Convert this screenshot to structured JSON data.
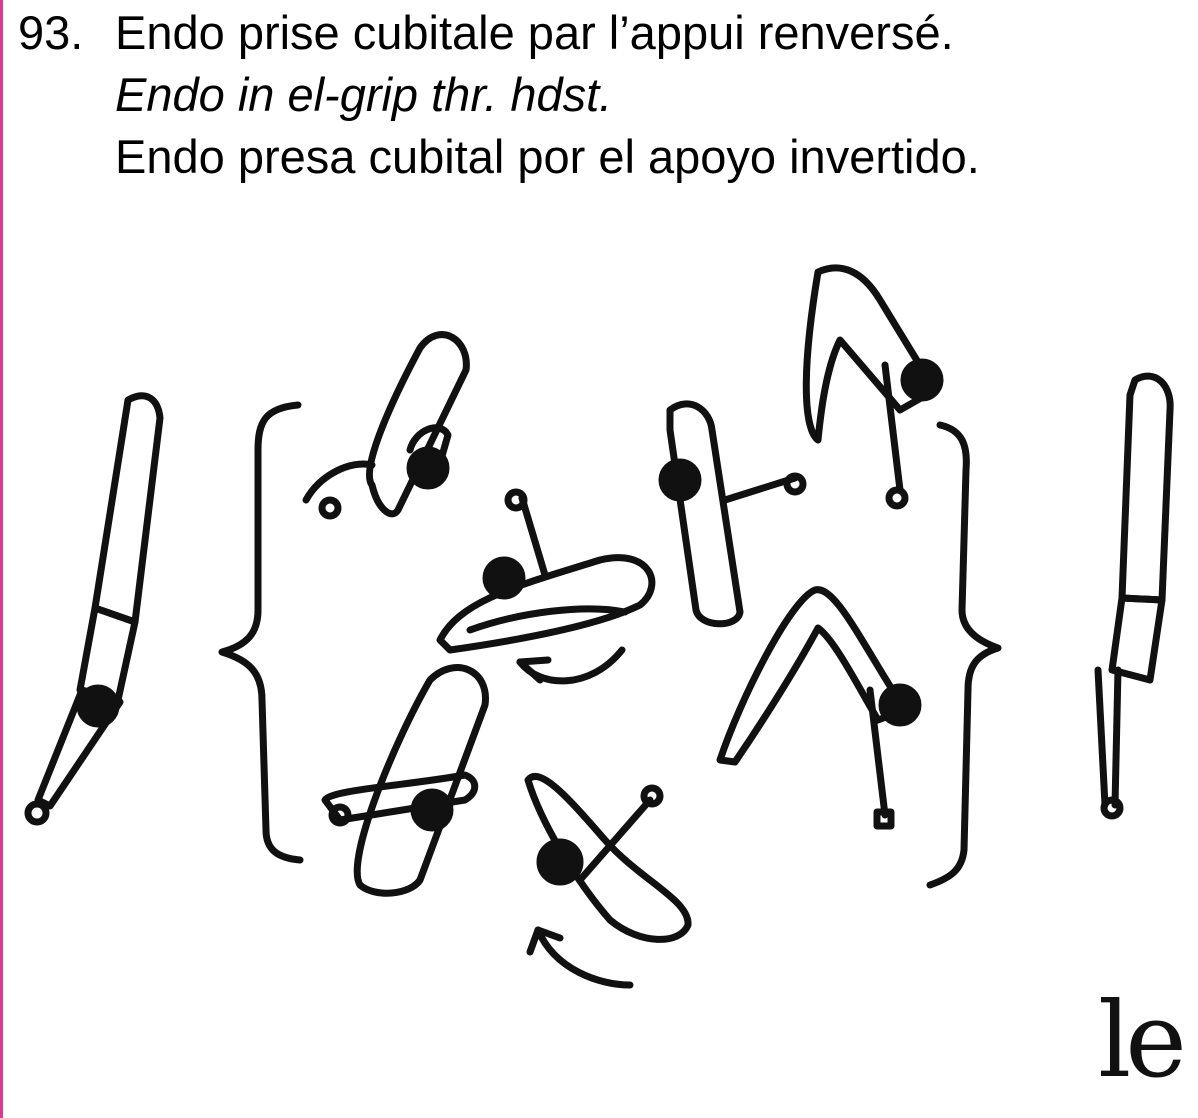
{
  "element": {
    "number": "93.",
    "lines": [
      "Endo prise cubitale par l’appui renversé.",
      "Endo in el-grip thr. hdst.",
      "Endo presa cubital por el apoyo invertido."
    ]
  },
  "difficulty_value": "le",
  "colors": {
    "edge": "#e0398c",
    "ink": "#111111"
  },
  "figure": {
    "icon": "gymnast-endo-sequence-illustration"
  }
}
